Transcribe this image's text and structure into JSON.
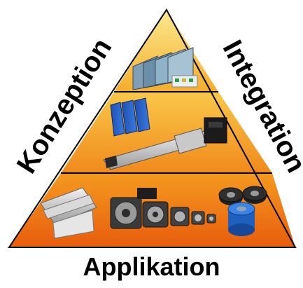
{
  "diagram": {
    "labels": {
      "left": "Konzeption",
      "right": "Integration",
      "bottom": "Applikation"
    },
    "levels": [
      {
        "name": "top",
        "content": "controller-boards-image"
      },
      {
        "name": "middle",
        "content": "drives-and-linear-actuator-image"
      },
      {
        "name": "bottom",
        "content": "linear-stage-servomotors-rollers-image"
      }
    ],
    "colors": {
      "fill_top": "#f9e27a",
      "fill_bottom": "#ec6a10",
      "outline": "#000000"
    }
  }
}
